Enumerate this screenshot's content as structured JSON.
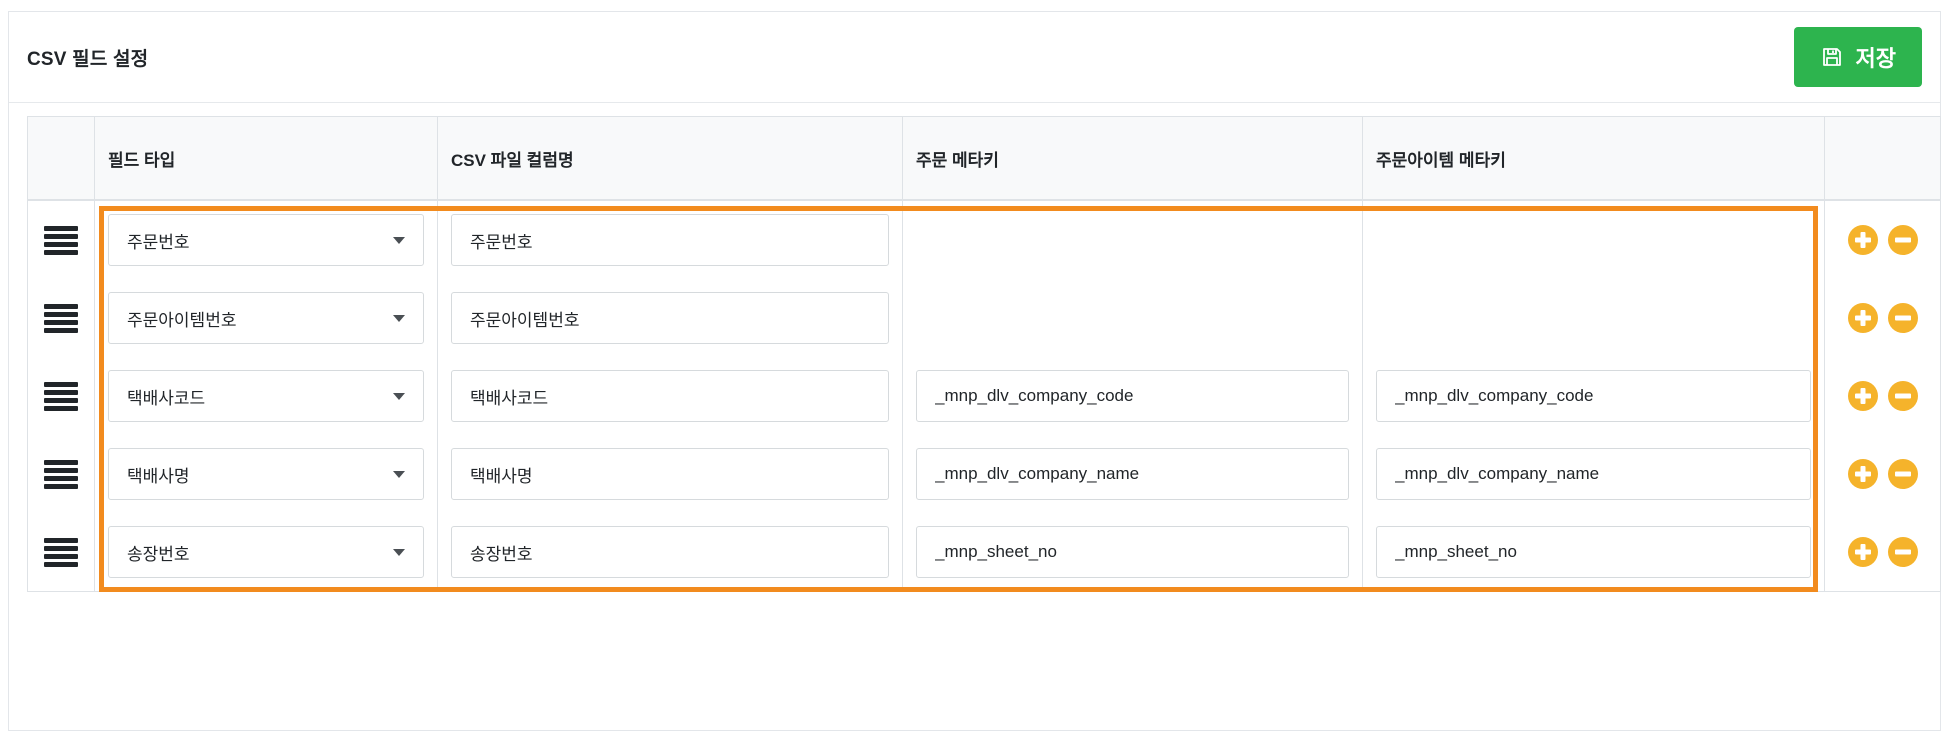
{
  "page": {
    "title": "CSV 필드 설정"
  },
  "toolbar": {
    "save_label": "저장"
  },
  "colors": {
    "save_green": "#2db44e",
    "action_amber": "#f5b32b",
    "frame_orange": "#f28b1e",
    "table_border": "#dee2e6",
    "header_bg": "#f8f9fa"
  },
  "table": {
    "headers": {
      "drag": "",
      "field_type": "필드 타입",
      "csv_column": "CSV 파일 컬럼명",
      "order_meta": "주문 메타키",
      "order_item_meta": "주문아이템 메타키",
      "actions": ""
    },
    "rows": [
      {
        "field_type": "주문번호",
        "csv_column": "주문번호",
        "order_meta": "",
        "order_item_meta": ""
      },
      {
        "field_type": "주문아이템번호",
        "csv_column": "주문아이템번호",
        "order_meta": "",
        "order_item_meta": ""
      },
      {
        "field_type": "택배사코드",
        "csv_column": "택배사코드",
        "order_meta": "_mnp_dlv_company_code",
        "order_item_meta": "_mnp_dlv_company_code"
      },
      {
        "field_type": "택배사명",
        "csv_column": "택배사명",
        "order_meta": "_mnp_dlv_company_name",
        "order_item_meta": "_mnp_dlv_company_name"
      },
      {
        "field_type": "송장번호",
        "csv_column": "송장번호",
        "order_meta": "_mnp_sheet_no",
        "order_item_meta": "_mnp_sheet_no"
      }
    ]
  }
}
